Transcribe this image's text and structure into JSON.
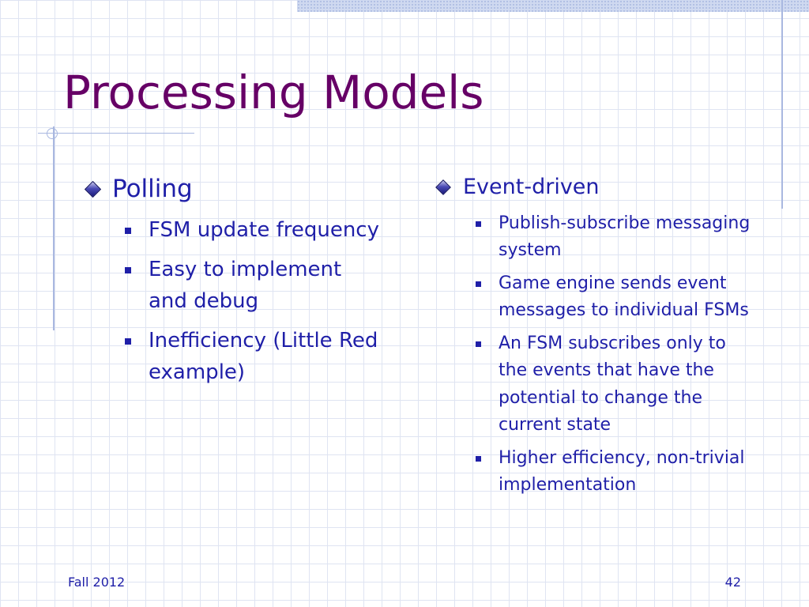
{
  "slide": {
    "title": "Processing Models",
    "columns": [
      {
        "heading": "Polling",
        "items": [
          "FSM update frequency",
          "Easy to implement and debug",
          "Inefficiency (Little Red example)"
        ]
      },
      {
        "heading": "Event-driven",
        "items": [
          "Publish-subscribe messaging system",
          "Game engine sends event messages to individual FSMs",
          "An FSM subscribes only to the events that have the potential to change the current state",
          "Higher efficiency, non-trivial implementation"
        ]
      }
    ],
    "footer": {
      "left": "Fall 2012",
      "right": "42"
    }
  },
  "colors": {
    "title": "#660066",
    "body_text": "#1f1fa8",
    "grid": "#dfe4f2",
    "accent_lines": "#a9b8e0"
  },
  "icons": {
    "level1_bullet": "diamond-bullet-icon",
    "level2_bullet": "square-bullet-icon"
  }
}
